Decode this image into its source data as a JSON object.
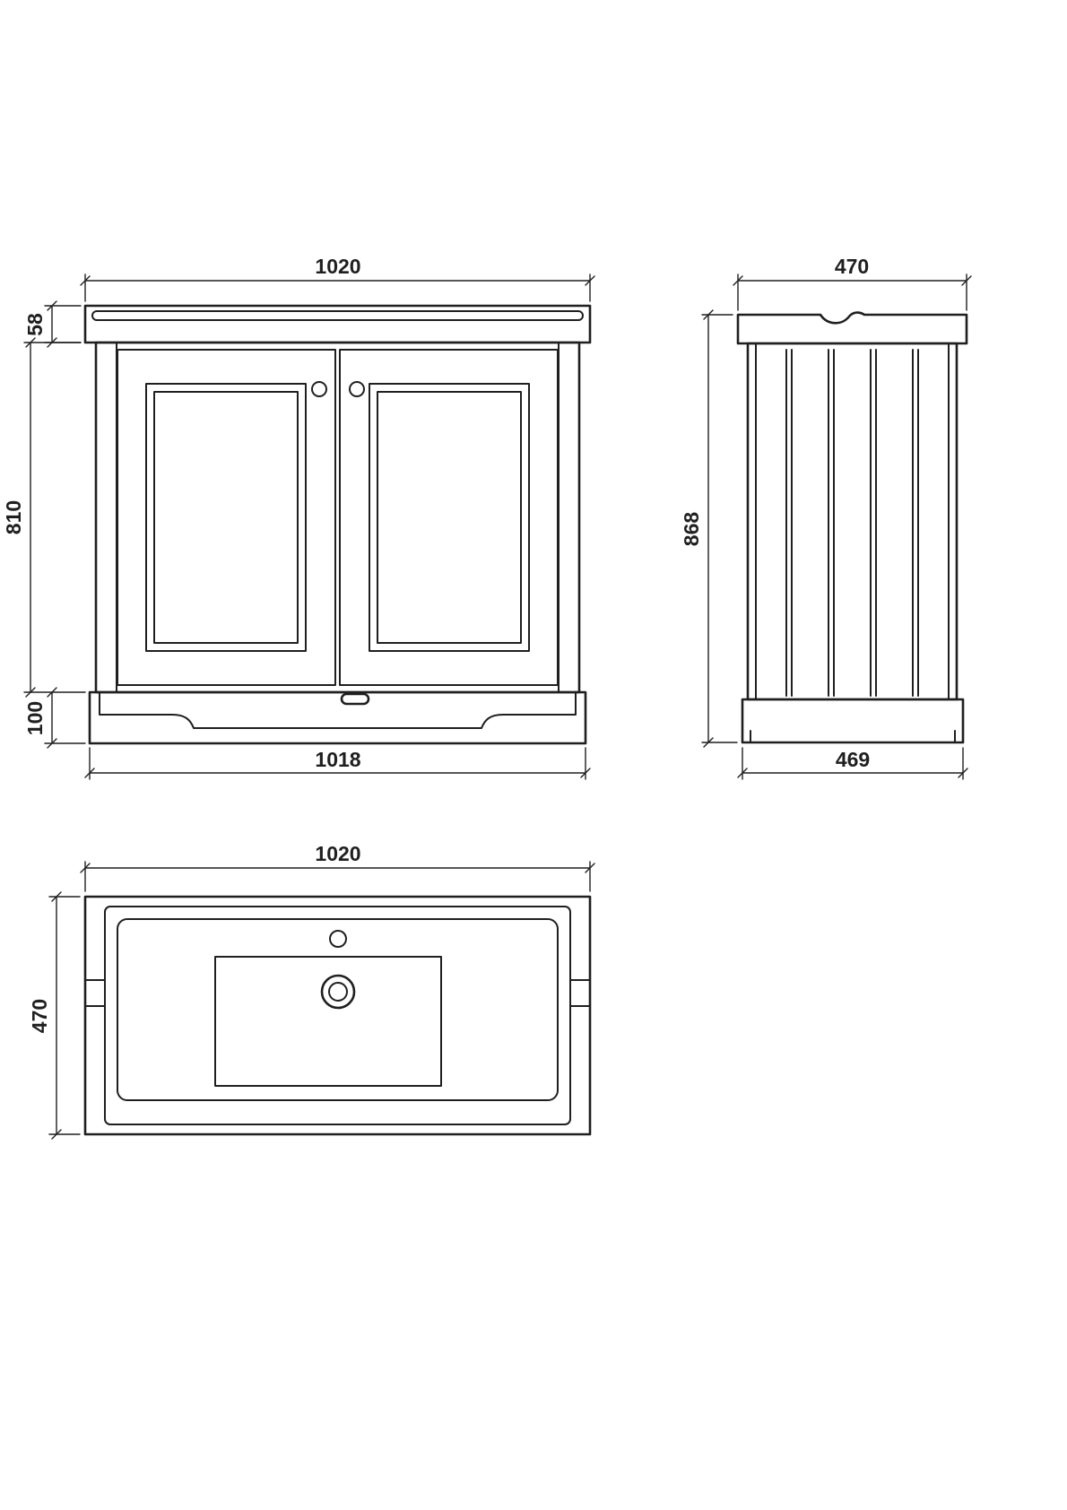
{
  "colors": {
    "line": "#1f1f1f",
    "background": "#ffffff"
  },
  "views": {
    "front": {
      "dims": {
        "top_width": "1020",
        "counter_height": "58",
        "body_height": "810",
        "plinth_height": "100",
        "bottom_width": "1018"
      }
    },
    "side": {
      "dims": {
        "top_depth": "470",
        "height": "868",
        "bottom_depth": "469"
      }
    },
    "top": {
      "dims": {
        "width": "1020",
        "depth": "470"
      }
    }
  }
}
